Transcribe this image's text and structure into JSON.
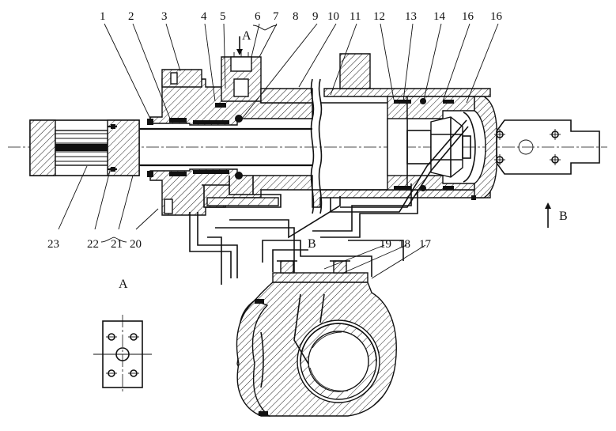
{
  "labels": {
    "callouts": [
      "1",
      "2",
      "3",
      "4",
      "5",
      "6",
      "7",
      "8",
      "9",
      "10",
      "11",
      "12",
      "13",
      "14",
      "16",
      "16",
      "23",
      "22",
      "21",
      "20",
      "19",
      "18",
      "17"
    ],
    "view_a": "A",
    "view_a_arrow": "A",
    "view_b": "B",
    "view_b_arrow": "B"
  }
}
